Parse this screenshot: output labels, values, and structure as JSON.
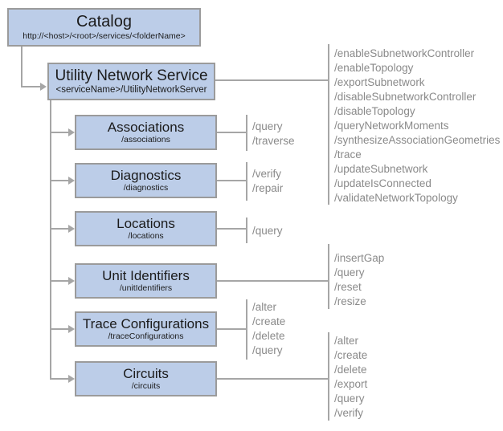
{
  "nodes": {
    "catalog": {
      "title": "Catalog",
      "path": "http://<host>/<root>/services/<folderName>"
    },
    "utility_network_service": {
      "title": "Utility Network Service",
      "path": "<serviceName>/UtilityNetworkServer"
    },
    "associations": {
      "title": "Associations",
      "path": "/associations"
    },
    "diagnostics": {
      "title": "Diagnostics",
      "path": "/diagnostics"
    },
    "locations": {
      "title": "Locations",
      "path": "/locations"
    },
    "unit_identifiers": {
      "title": "Unit Identifiers",
      "path": "/unitIdentifiers"
    },
    "trace_configurations": {
      "title": "Trace Configurations",
      "path": "/traceConfigurations"
    },
    "circuits": {
      "title": "Circuits",
      "path": "/circuits"
    }
  },
  "operations": {
    "utility_network_service": [
      "/enableSubnetworkController",
      "/enableTopology",
      "/exportSubnetwork",
      "/disableSubnetworkController",
      "/disableTopology",
      "/queryNetworkMoments",
      "/synthesizeAssociationGeometries",
      "/trace",
      "/updateSubnetwork",
      "/updateIsConnected",
      "/validateNetworkTopology"
    ],
    "associations": [
      "/query",
      "/traverse"
    ],
    "diagnostics": [
      "/verify",
      "/repair"
    ],
    "locations": [
      "/query"
    ],
    "unit_identifiers": [
      "/insertGap",
      "/query",
      "/reset",
      "/resize"
    ],
    "trace_configurations": [
      "/alter",
      "/create",
      "/delete",
      "/query"
    ],
    "circuits": [
      "/alter",
      "/create",
      "/delete",
      "/export",
      "/query",
      "/verify"
    ]
  },
  "colors": {
    "node_fill": "#bccde8",
    "node_border": "#9b9b9b",
    "connector": "#a6a6a6",
    "operation_text": "#8a8a8a",
    "node_text": "#1b1b1b",
    "background": "#ffffff"
  }
}
